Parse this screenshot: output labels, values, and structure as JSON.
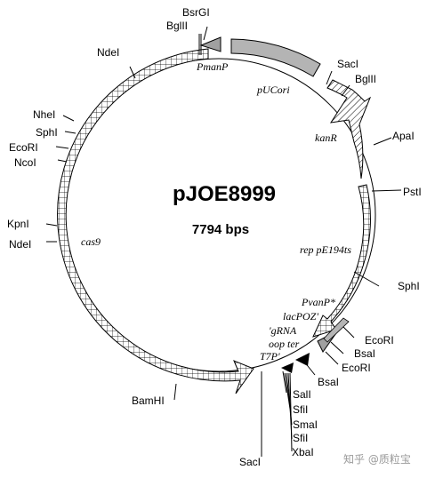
{
  "plasmid": {
    "name": "pJOE8999",
    "size": "7794 bps"
  },
  "features": {
    "pmanP": "PmanP",
    "pucori": "pUCori",
    "kanr": "kanR",
    "rep": "rep pE194ts",
    "cas9": "cas9",
    "pvanp": "PvanP*",
    "lacpoz": "lacPOZ'",
    "grna": "'gRNA",
    "oopter": "oop ter",
    "t7p": "T7P'"
  },
  "sites": {
    "bsrgi": "BsrGI",
    "bglii_top": "BglII",
    "ndei_top": "NdeI",
    "saci_right": "SacI",
    "bglii_right": "BglII",
    "apai": "ApaI",
    "psti": "PstI",
    "sphi_right": "SphI",
    "ecori_1": "EcoRI",
    "bsai_1": "BsaI",
    "ecori_2": "EcoRI",
    "bsai_2": "BsaI",
    "nhei": "NheI",
    "sphi_left": "SphI",
    "ecori_left": "EcoRI",
    "ncoi": "NcoI",
    "kpni": "KpnI",
    "ndei_left": "NdeI",
    "bamhi": "BamHI",
    "sali": "SalI",
    "sfii_1": "SfiI",
    "smai": "SmaI",
    "sfii_2": "SfiI",
    "xbai": "XbaI",
    "saci_bottom": "SacI"
  },
  "colors": {
    "line": "#000000",
    "promoter": "#a0a0a0",
    "origin": "#b4b4b4"
  },
  "watermark": "知乎 @质粒宝"
}
